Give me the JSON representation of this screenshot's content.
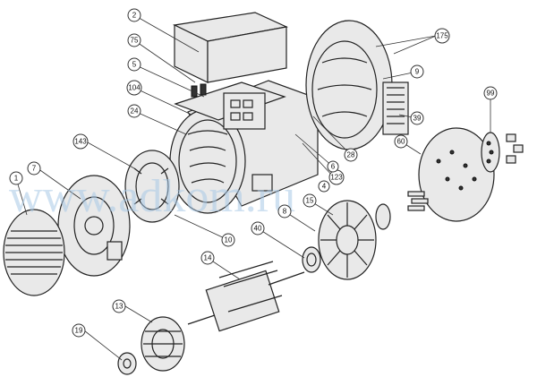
{
  "watermark": "www.adkom.ru",
  "callouts": [
    {
      "id": "c1",
      "label": "1"
    },
    {
      "id": "c2",
      "label": "2"
    },
    {
      "id": "c4",
      "label": "4"
    },
    {
      "id": "c5",
      "label": "5"
    },
    {
      "id": "c6",
      "label": "6"
    },
    {
      "id": "c7",
      "label": "7"
    },
    {
      "id": "c8",
      "label": "8"
    },
    {
      "id": "c9",
      "label": "9"
    },
    {
      "id": "c10",
      "label": "10"
    },
    {
      "id": "c13",
      "label": "13"
    },
    {
      "id": "c14",
      "label": "14"
    },
    {
      "id": "c15",
      "label": "15"
    },
    {
      "id": "c19",
      "label": "19"
    },
    {
      "id": "c24",
      "label": "24"
    },
    {
      "id": "c28",
      "label": "28"
    },
    {
      "id": "c39",
      "label": "39"
    },
    {
      "id": "c40",
      "label": "40"
    },
    {
      "id": "c60",
      "label": "60"
    },
    {
      "id": "c75",
      "label": "75"
    },
    {
      "id": "c99",
      "label": "99"
    },
    {
      "id": "c104",
      "label": "104"
    },
    {
      "id": "c123",
      "label": "123"
    },
    {
      "id": "c143",
      "label": "143"
    },
    {
      "id": "c175",
      "label": "175"
    }
  ]
}
